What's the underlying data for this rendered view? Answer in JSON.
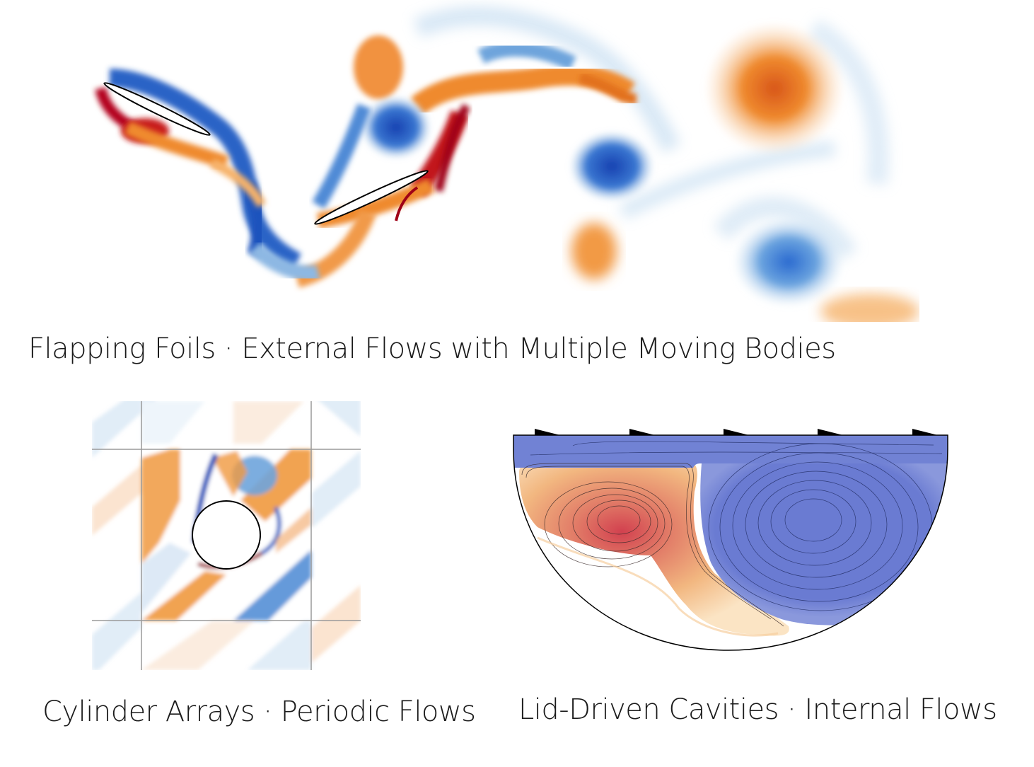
{
  "captions": {
    "top": "Flapping Foils · External Flows with Multiple Moving Bodies",
    "bottom_left": "Cylinder Arrays · Periodic Flows",
    "bottom_right": "Lid-Driven Cavities · Internal Flows"
  },
  "colors": {
    "red": "#b3001b",
    "orange": "#ef8a2e",
    "light_orange": "#f8cfa0",
    "blue": "#2255c4",
    "light_blue": "#a8cbe8",
    "cavity_blue": "#6a7bd2",
    "cavity_red": "#d2414f",
    "grid": "#9a9a9a"
  }
}
